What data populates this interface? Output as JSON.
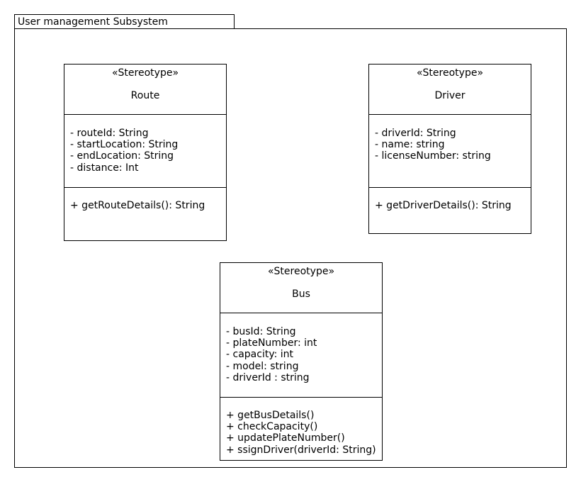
{
  "package": {
    "title": "User management Subsystem"
  },
  "classes": {
    "route": {
      "stereotype": "«Stereotype»",
      "name": "Route",
      "attributes": [
        "- routeId: String",
        "- startLocation: String",
        "- endLocation: String",
        "- distance: Int"
      ],
      "operations": [
        "+ getRouteDetails(): String"
      ]
    },
    "driver": {
      "stereotype": "«Stereotype»",
      "name": "Driver",
      "attributes": [
        "- driverId: String",
        "- name: string",
        "- licenseNumber: string"
      ],
      "operations": [
        "+ getDriverDetails(): String"
      ]
    },
    "bus": {
      "stereotype": "«Stereotype»",
      "name": "Bus",
      "attributes": [
        "- busId: String",
        "- plateNumber: int",
        "- capacity: int",
        "- model: string",
        "- driverId : string"
      ],
      "operations": [
        "+ getBusDetails()",
        "+ checkCapacity()",
        "+ updatePlateNumber()",
        "+ ssignDriver(driverId: String)"
      ]
    }
  }
}
